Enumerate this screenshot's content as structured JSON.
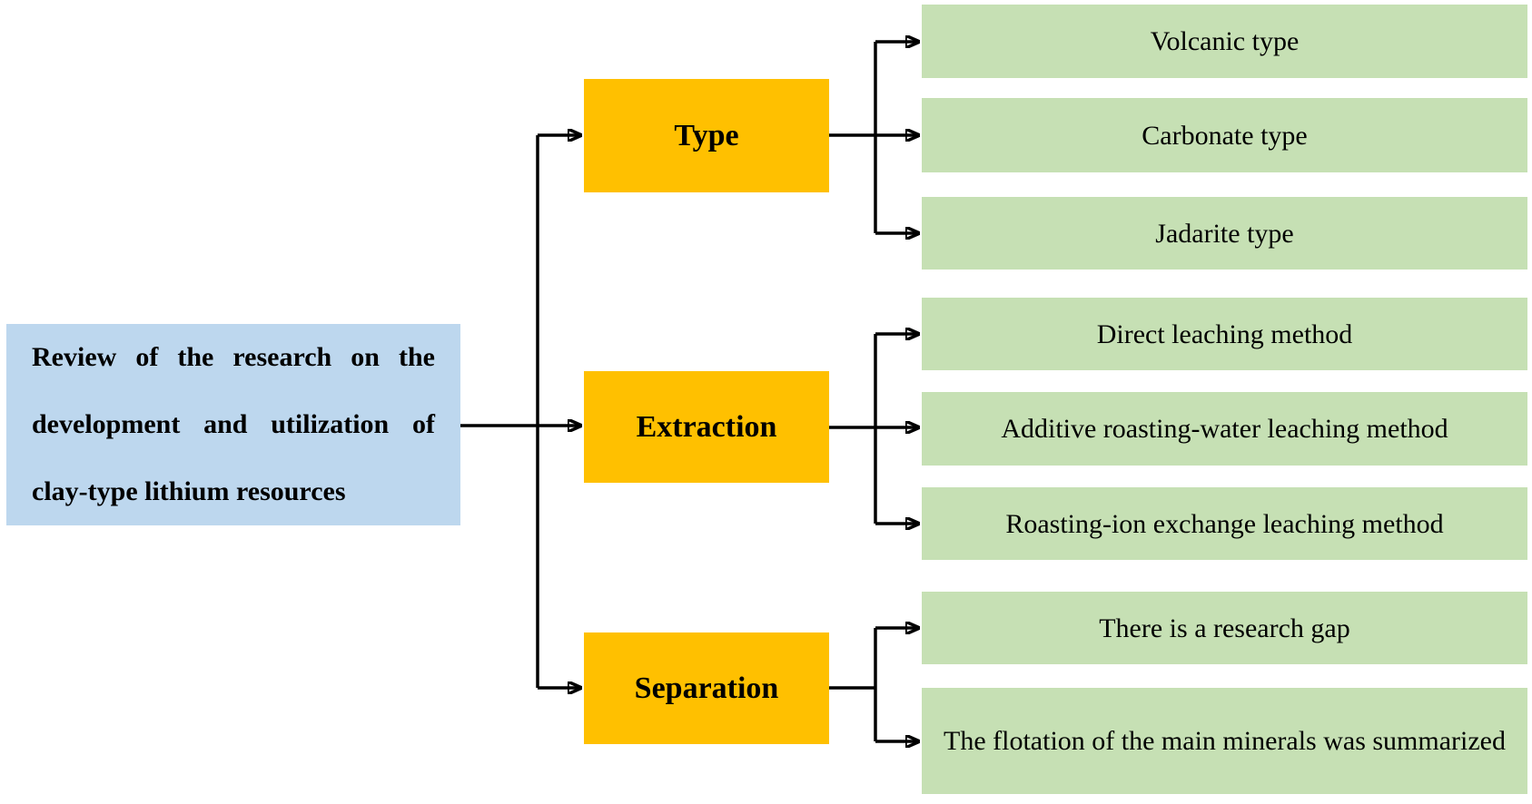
{
  "diagram": {
    "colors": {
      "background": "#FFFFFF",
      "root_fill": "#BDD7EE",
      "branch_fill": "#FFC000",
      "leaf_fill": "#C6E0B4",
      "line": "#000000",
      "text": "#000000"
    },
    "root": {
      "label": "Review of the research on the development and utilization of clay-type lithium resources",
      "label_lines": [
        "Review of the research on the",
        "development and utilization of",
        "clay-type lithium resources"
      ]
    },
    "branches": [
      {
        "label": "Type",
        "children": [
          "Volcanic type",
          "Carbonate type",
          "Jadarite type"
        ]
      },
      {
        "label": "Extraction",
        "children": [
          "Direct leaching method",
          "Additive roasting-water leaching method",
          "Roasting-ion exchange leaching method"
        ]
      },
      {
        "label": "Separation",
        "children": [
          "There is a research gap",
          "The flotation of the main minerals was summarized"
        ]
      }
    ]
  }
}
